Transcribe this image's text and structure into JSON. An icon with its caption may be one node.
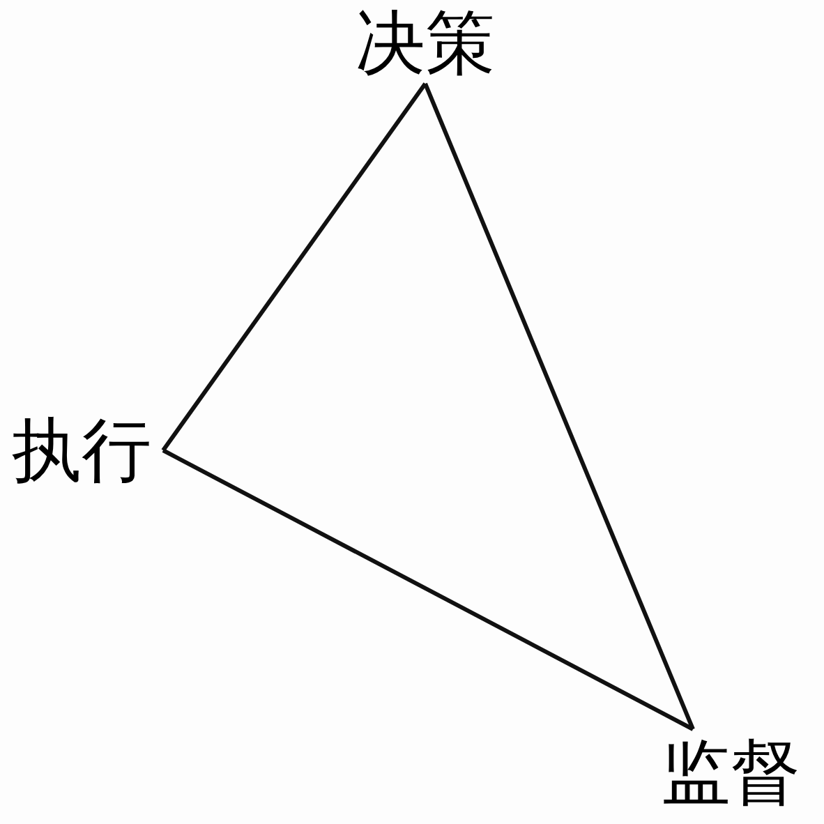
{
  "diagram": {
    "nodes": [
      {
        "text": [
          "决策"
        ]
      },
      {
        "text": [
          "执行"
        ]
      },
      {
        "text": [
          "监督"
        ]
      }
    ],
    "edges": [
      {
        "from": 0,
        "to": 1,
        "arrow": "none"
      },
      {
        "from": 1,
        "to": 2,
        "arrow": "none"
      },
      {
        "from": 2,
        "to": 0,
        "arrow": "none"
      }
    ]
  }
}
